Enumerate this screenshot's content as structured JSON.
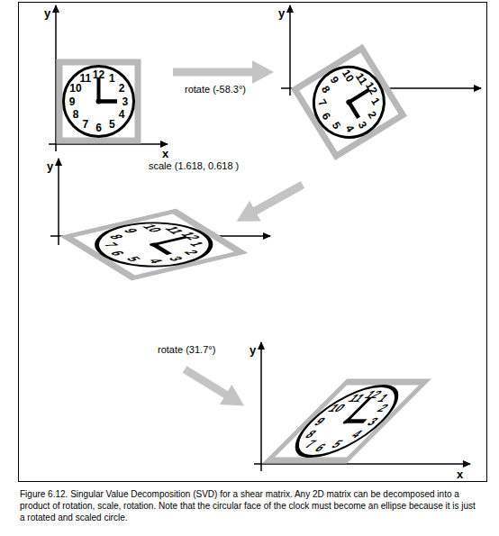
{
  "diagram": {
    "caption": "Figure 6.12. Singular Value Decomposition (SVD) for a shear matrix. Any 2D matrix can be decomposed into a product of rotation, scale, rotation. Note that the circular face of the clock must become an ellipse because it is just a rotated and scaled circle.",
    "labels": [
      "y",
      "x",
      "12",
      "1",
      "2",
      "3",
      "4",
      "5",
      "6",
      "7",
      "8",
      "9",
      "10",
      "11",
      "rotate (-58.3°)",
      "y",
      "12",
      "1",
      "2",
      "3",
      "4",
      "5",
      "6",
      "7",
      "8",
      "9",
      "10",
      "11",
      "scale (1.618, 0.618 )",
      "y",
      "12",
      "1",
      "2",
      "3",
      "4",
      "5",
      "6",
      "7",
      "8",
      "9",
      "10",
      "11",
      "rotate (31.7°)",
      "y",
      "x",
      "12",
      "1",
      "2",
      "3",
      "4",
      "5",
      "6",
      "7",
      "8",
      "9",
      "10",
      "11"
    ]
  }
}
